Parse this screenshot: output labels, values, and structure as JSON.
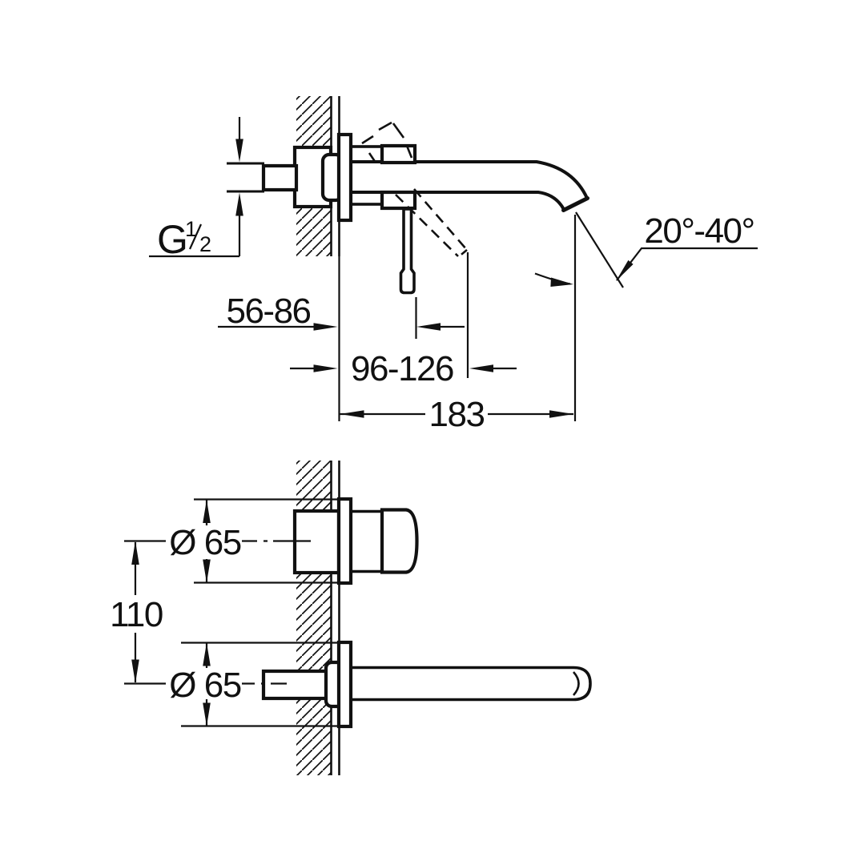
{
  "drawing": {
    "background": "#ffffff",
    "ink_color": "#111111",
    "side_view": {
      "thread_size": {
        "letter": "G",
        "numerator": "1",
        "denominator": "2"
      },
      "wall_depth_range_mm": "56-86",
      "lever_reach_range_mm": "96-126",
      "spout_reach_mm": "183",
      "spout_angle_range": "20°-40°"
    },
    "plan_view": {
      "handle_escutcheon_diameter": "Ø 65",
      "spout_escutcheon_diameter": "Ø 65",
      "center_distance_mm": "110"
    }
  }
}
